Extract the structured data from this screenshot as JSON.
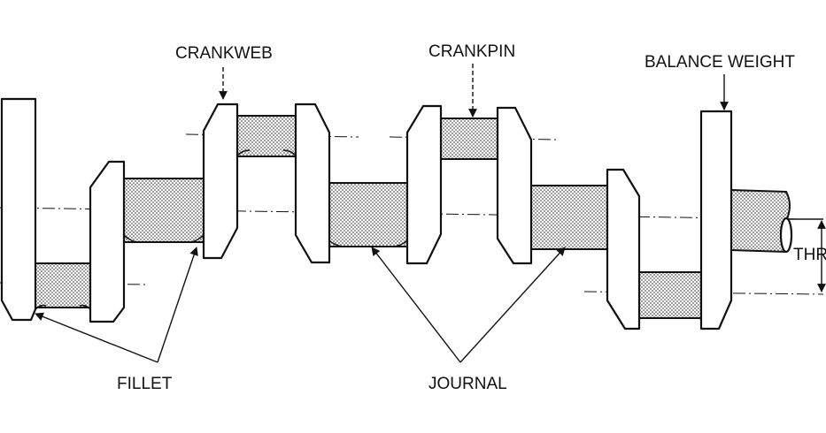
{
  "labels": {
    "crankweb": "CRANKWEB",
    "crankpin": "CRANKPIN",
    "balance_weight": "BALANCE WEIGHT",
    "fillet": "FILLET",
    "journal": "JOURNAL",
    "thr": "THR"
  },
  "colors": {
    "ink": "#111111",
    "fill_dots": "#555555",
    "background": "#ffffff"
  }
}
